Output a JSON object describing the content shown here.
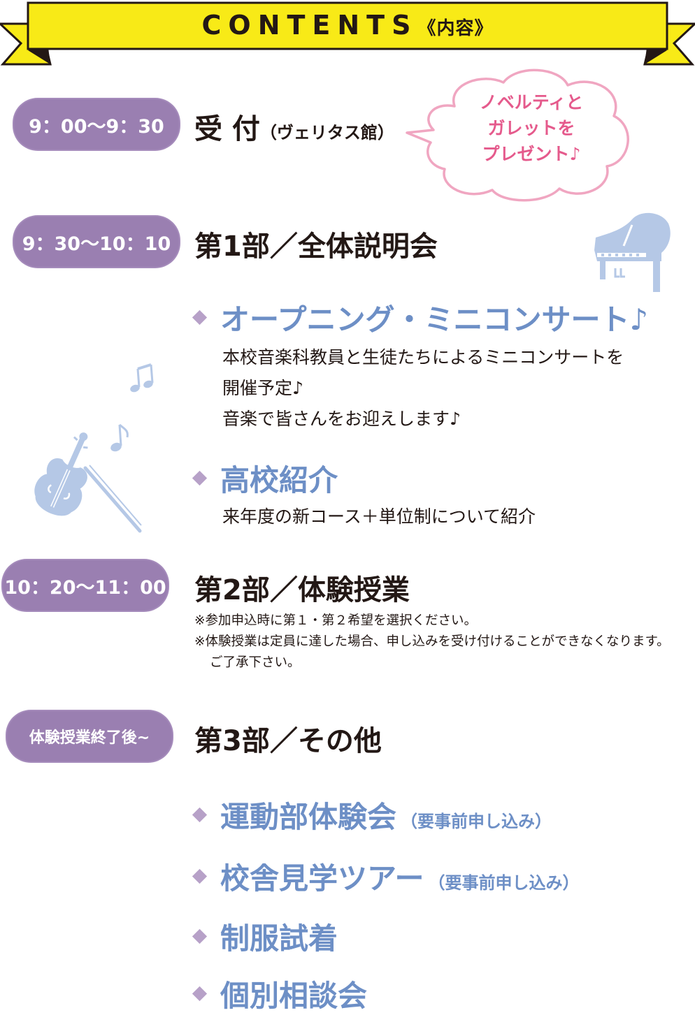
{
  "banner": {
    "title": "CONTENTS",
    "subtitle": "《内容》"
  },
  "schedule": [
    {
      "time": "9：00～9：30",
      "title": "受 付",
      "title_sub": "（ヴェリタス館）"
    },
    {
      "time": "9：30～10：10",
      "title": "第1部／全体説明会"
    },
    {
      "time": "10：20～11：00",
      "title": "第2部／体験授業"
    },
    {
      "time": "体験授業終了後~",
      "title": "第3部／その他"
    }
  ],
  "callout": {
    "line1": "ノベルティと",
    "line2": "ガレットを",
    "line3": "プレゼント♪"
  },
  "part1": {
    "item1": {
      "label": "オープニング・ミニコンサート♪",
      "desc1": "本校音楽科教員と生徒たちによるミニコンサートを",
      "desc2": "開催予定♪",
      "desc3": "音楽で皆さんをお迎えします♪"
    },
    "item2": {
      "label": "高校紹介",
      "desc1": "来年度の新コース＋単位制について紹介"
    }
  },
  "part2": {
    "note1": "※参加申込時に第１・第２希望を選択ください。",
    "note2": "※体験授業は定員に達した場合、申し込みを受け付けることができなくなります。",
    "note3": "ご了承下さい。"
  },
  "part3": {
    "items": [
      {
        "label": "運動部体験会",
        "sub": "（要事前申し込み）"
      },
      {
        "label": "校舎見学ツアー",
        "sub": "（要事前申し込み）"
      },
      {
        "label": "制服試着"
      },
      {
        "label": "個別相談会"
      }
    ]
  },
  "colors": {
    "banner_yellow": "#f8ea17",
    "pill_purple": "#9a7fb1",
    "accent_blue": "#6d8fc6",
    "callout_pink": "#e55a8c",
    "illustration_blue": "#b5c8e6"
  },
  "icons": [
    "piano-icon",
    "violin-icon",
    "music-note-icon"
  ]
}
